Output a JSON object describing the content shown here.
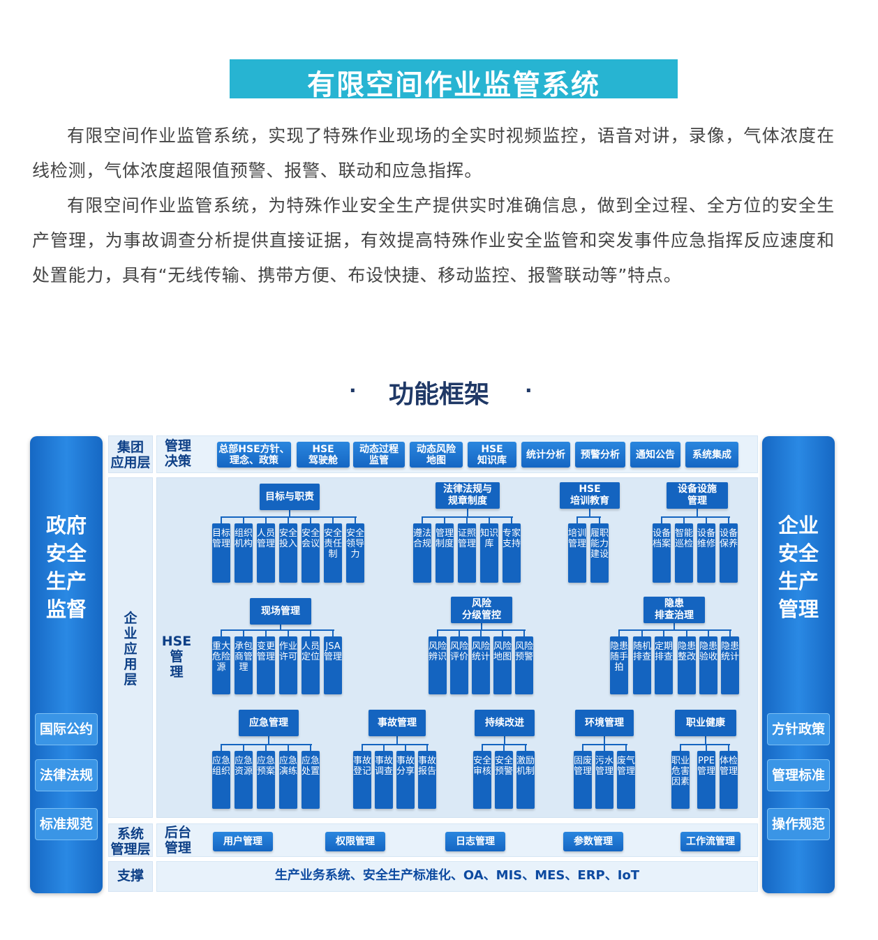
{
  "title": "有限空间作业监管系统",
  "paragraphs": [
    "有限空间作业监管系统，实现了特殊作业现场的全实时视频监控，语音对讲，录像，气体浓度在线检测，气体浓度超限值预警、报警、联动和应急指挥。",
    "有限空间作业监管系统，为特殊作业安全生产提供实时准确信息，做到全过程、全方位的安全生产管理，为事故调查分析提供直接证据，有效提高特殊作业安全监管和突发事件应急指挥反应速度和处置能力，具有“无线传输、携带方便、布设快捷、移动监控、报警联动等”特点。"
  ],
  "section_title": "功能框架",
  "section_dot": "·",
  "left_pillar": {
    "title": "政府\n安全\n生产\n监督",
    "badges": [
      "国际公约",
      "法律法规",
      "标准规范"
    ]
  },
  "right_pillar": {
    "title": "企业\n安全\n生产\n管理",
    "badges": [
      "方针政策",
      "管理标准",
      "操作规范"
    ]
  },
  "rows": {
    "group_label": "集团\n应用层",
    "group_sub": "管理\n决策",
    "enterprise_label": "企\n业\n应\n用\n层",
    "hse_label": "HSE\n管\n理",
    "system_label": "系统\n管理层",
    "system_sub": "后台\n管理",
    "support_label": "支撑"
  },
  "group_buttons": [
    "总部HSE方针、\n理念、政策",
    "HSE\n驾驶舱",
    "动态过程\n监管",
    "动态风险\n地图",
    "HSE\n知识库",
    "统计分析",
    "预警分析",
    "通知公告",
    "系统集成"
  ],
  "modules": [
    {
      "title": "目标与职责",
      "items": [
        "目标管理",
        "组织机构",
        "人员管理",
        "安全投入",
        "安全会议",
        "安全责任制",
        "安全领导力"
      ]
    },
    {
      "title": "法律法规与\n规章制度",
      "items": [
        "遵法合规",
        "管理制度",
        "证照管理",
        "知识库",
        "专家支持"
      ]
    },
    {
      "title": "HSE\n培训教育",
      "items": [
        "培训管理",
        "履职能力建设"
      ]
    },
    {
      "title": "设备设施\n管理",
      "items": [
        "设备档案",
        "智能巡检",
        "设备维修",
        "设备保养"
      ]
    },
    {
      "title": "现场管理",
      "items": [
        "重大危险源",
        "承包商管理",
        "变更管理",
        "作业许可",
        "人员定位",
        "JSA管理"
      ]
    },
    {
      "title": "风险\n分级管控",
      "items": [
        "风险辨识",
        "风险评价",
        "风险统计",
        "风险地图",
        "风险预警"
      ]
    },
    {
      "title": "隐患\n排查治理",
      "items": [
        "隐患随手拍",
        "随机排查",
        "定期排查",
        "隐患整改",
        "隐患验收",
        "隐患统计"
      ]
    },
    {
      "title": "应急管理",
      "items": [
        "应急组织",
        "应急资源",
        "应急预案",
        "应急演练",
        "应急处置"
      ]
    },
    {
      "title": "事故管理",
      "items": [
        "事故登记",
        "事故调查",
        "事故分享",
        "事故报告"
      ]
    },
    {
      "title": "持续改进",
      "items": [
        "安全审核",
        "安全预警",
        "激励机制"
      ]
    },
    {
      "title": "环境管理",
      "items": [
        "固废管理",
        "污水管理",
        "废气管理"
      ]
    },
    {
      "title": "职业健康",
      "items": [
        "职业危害因素",
        "PPE管理",
        "体检管理"
      ]
    }
  ],
  "system_buttons": [
    "用户管理",
    "权限管理",
    "日志管理",
    "参数管理",
    "工作流管理"
  ],
  "support_text": "生产业务系统、安全生产标准化、OA、MIS、MES、ERP、IoT",
  "colors": {
    "title_bg": "#27b4d2",
    "primary_blue": "#1464c0",
    "panel_bg": "#dbe9f6",
    "heading": "#1f3866"
  }
}
